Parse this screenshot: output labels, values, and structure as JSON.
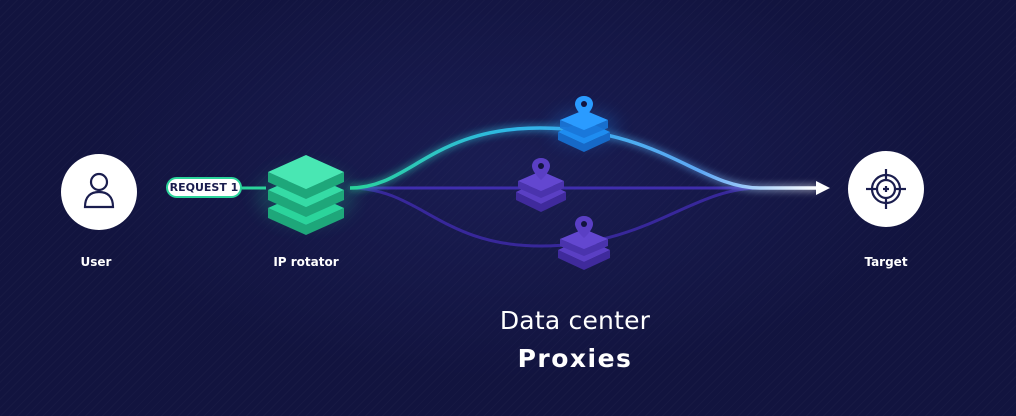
{
  "nodes": {
    "user_label": "User",
    "rotator_label": "IP rotator",
    "target_label": "Target"
  },
  "request": {
    "label": "REQUEST 1"
  },
  "caption": {
    "title": "Data center",
    "subtitle": "Proxies"
  },
  "colors": {
    "background": "#12143f",
    "rotator_green": "#2bd49b",
    "active_proxy_blue": "#1e8cf0",
    "inactive_proxy_purple": "#5a3fc4",
    "path_cyan": "#34d3c8"
  },
  "icons": {
    "user": "user-icon",
    "target": "crosshair-icon",
    "proxy_pin": "location-pin-icon",
    "arrow": "arrow-right-icon"
  }
}
